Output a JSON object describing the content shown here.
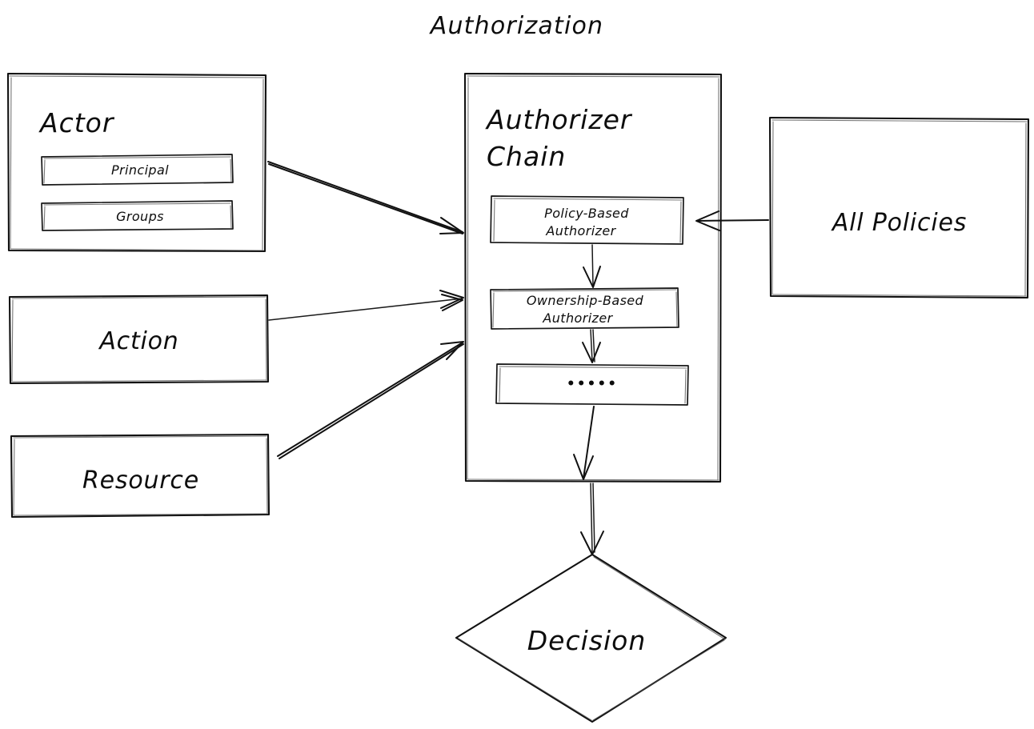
{
  "diagram": {
    "title": "Authorization",
    "style": "hand-drawn-sketch",
    "background_color": "#ffffff",
    "stroke_color": "#111111",
    "nodes": {
      "actor": {
        "label": "Actor",
        "children": [
          {
            "label": "Principal"
          },
          {
            "label": "Groups"
          }
        ]
      },
      "action": {
        "label": "Action"
      },
      "resource": {
        "label": "Resource"
      },
      "authorizer_chain": {
        "label_line1": "Authorizer",
        "label_line2": "Chain",
        "children": [
          {
            "label_line1": "Policy-Based",
            "label_line2": "Authorizer"
          },
          {
            "label_line1": "Ownership-Based",
            "label_line2": "Authorizer"
          },
          {
            "label_line1": "•••••",
            "label_line2": ""
          }
        ]
      },
      "all_policies": {
        "label": "All Policies"
      },
      "decision": {
        "label": "Decision"
      }
    },
    "edges": [
      {
        "from": "actor",
        "to": "authorizer_chain",
        "direction": "right"
      },
      {
        "from": "action",
        "to": "authorizer_chain",
        "direction": "right"
      },
      {
        "from": "resource",
        "to": "authorizer_chain",
        "direction": "right"
      },
      {
        "from": "all_policies",
        "to": "policy_based_authorizer",
        "direction": "left"
      },
      {
        "from": "policy_based_authorizer",
        "to": "ownership_based_authorizer",
        "direction": "down"
      },
      {
        "from": "ownership_based_authorizer",
        "to": "ellipsis_authorizer",
        "direction": "down"
      },
      {
        "from": "ellipsis_authorizer",
        "to": "decision",
        "direction": "down"
      }
    ]
  }
}
